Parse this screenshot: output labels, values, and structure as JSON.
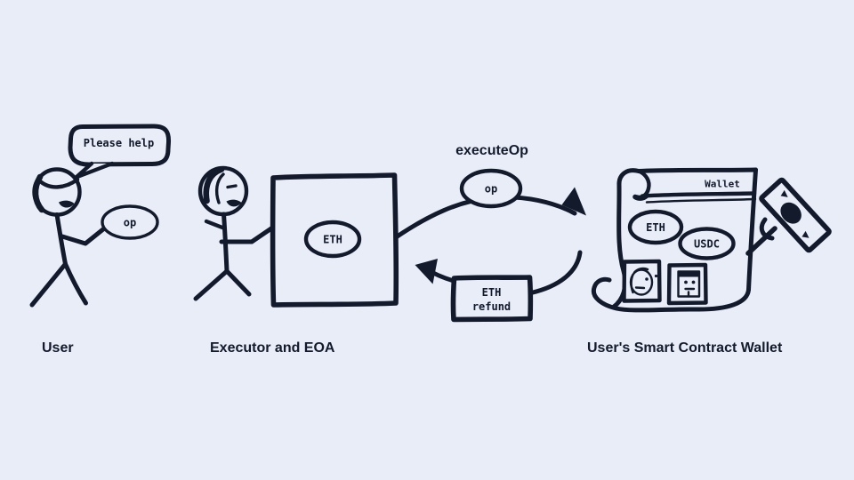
{
  "colors": {
    "background": "#e9edf8",
    "ink": "#131a2b"
  },
  "user": {
    "label": "User",
    "speech_bubble": "Please help",
    "op_token": "op"
  },
  "executor": {
    "label": "Executor and EOA",
    "eth_token": "ETH"
  },
  "execute_op_flow": {
    "title": "executeOp",
    "op_token": "op"
  },
  "refund_flow": {
    "line1": "ETH",
    "line2": "refund"
  },
  "wallet": {
    "label": "User's Smart Contract Wallet",
    "title": "Wallet",
    "eth_token": "ETH",
    "usdc_token": "USDC"
  },
  "icons": {
    "user_figure": "stick-person",
    "executor_figure": "stick-person",
    "wallet_scroll": "paper-scroll",
    "avatar_round": "face-portrait-nft",
    "avatar_square": "robot-portrait-nft",
    "money": "dollar-bill"
  }
}
